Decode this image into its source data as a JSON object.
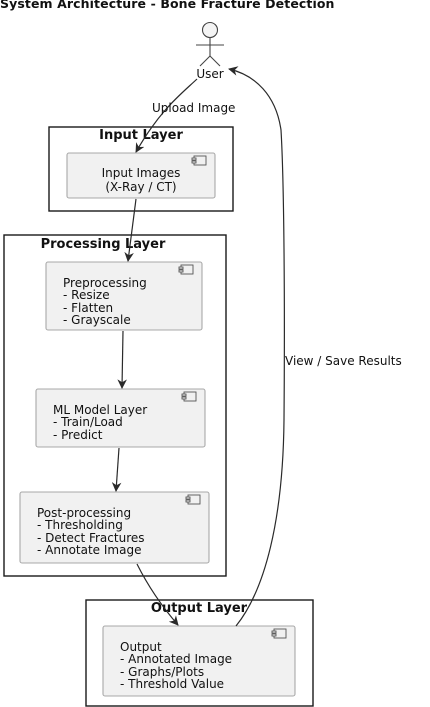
{
  "title": "System Architecture - Bone Fracture Detection",
  "actor": {
    "label": "User"
  },
  "packages": {
    "input": {
      "title": "Input Layer",
      "component": {
        "lines": [
          "Input Images",
          "(X-Ray / CT)"
        ]
      }
    },
    "processing": {
      "title": "Processing Layer",
      "preprocessing": {
        "lines": [
          "Preprocessing",
          "- Resize",
          "- Flatten",
          "- Grayscale"
        ]
      },
      "ml_model": {
        "lines": [
          "ML Model Layer",
          "- Train/Load",
          "- Predict"
        ]
      },
      "postprocessing": {
        "lines": [
          "Post-processing",
          "- Thresholding",
          "- Detect Fractures",
          "- Annotate Image"
        ]
      }
    },
    "output": {
      "title": "Output Layer",
      "component": {
        "lines": [
          "Output",
          "- Annotated Image",
          "- Graphs/Plots",
          "- Threshold Value"
        ]
      }
    }
  },
  "flows": {
    "upload": "Upload Image",
    "view": "View / Save Results"
  },
  "colors": {
    "component_fill": "#f1f1f1",
    "component_border": "#a8a8a8",
    "frame": "#1a1a1a",
    "line": "#2a2a2a"
  },
  "icons": {
    "actor": "stick-figure-icon",
    "component": "uml-component-icon",
    "arrow": "arrowhead-icon"
  }
}
